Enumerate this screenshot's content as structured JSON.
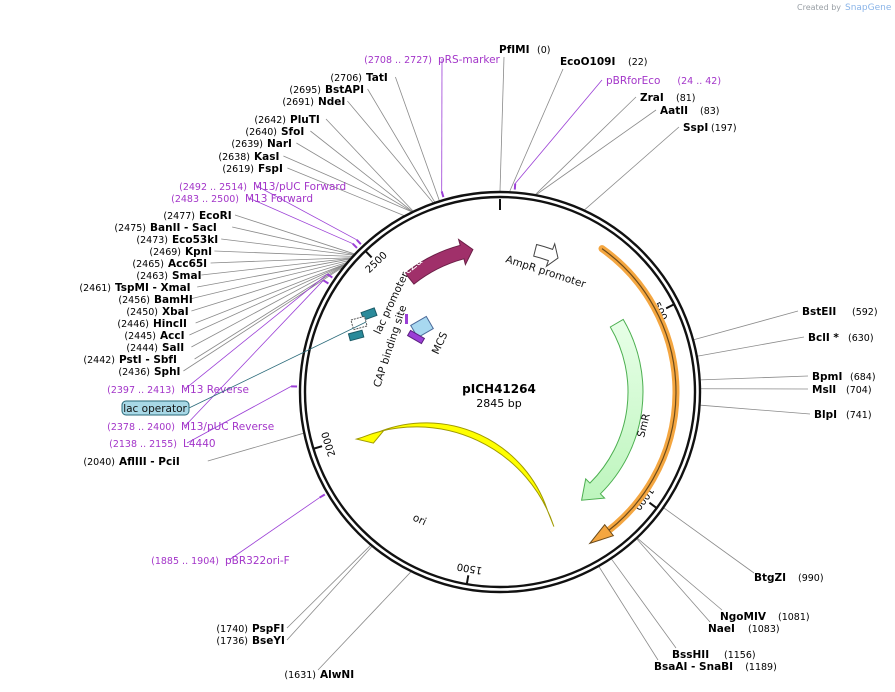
{
  "credit": {
    "created_by": "Created by",
    "brand": "SnapGene"
  },
  "plasmid": {
    "name": "pICH41264",
    "length": "2845 bp",
    "total_bp": 2845
  },
  "ticks": [
    "500",
    "1000",
    "1500",
    "2000",
    "2500"
  ],
  "enzymes": [
    {
      "name": "PfIMI",
      "pos": "(0)",
      "bp": 0
    },
    {
      "name": "EcoO109I",
      "pos": "(22)",
      "bp": 22
    },
    {
      "name": "ZraI",
      "pos": "(81)",
      "bp": 81
    },
    {
      "name": "AatII",
      "pos": "(83)",
      "bp": 83
    },
    {
      "name": "SspI",
      "pos": "(197)",
      "bp": 197
    },
    {
      "name": "BstEII",
      "pos": "(592)",
      "bp": 592
    },
    {
      "name": "BclI *",
      "pos": "(630)",
      "bp": 630
    },
    {
      "name": "BpmI",
      "pos": "(684)",
      "bp": 684
    },
    {
      "name": "MslI",
      "pos": "(704)",
      "bp": 704
    },
    {
      "name": "BlpI",
      "pos": "(741)",
      "bp": 741
    },
    {
      "name": "BtgZI",
      "pos": "(990)",
      "bp": 990
    },
    {
      "name": "NgoMIV",
      "pos": "(1081)",
      "bp": 1081
    },
    {
      "name": "NaeI",
      "pos": "(1083)",
      "bp": 1083
    },
    {
      "name": "BssHII",
      "pos": "(1156)",
      "bp": 1156
    },
    {
      "name": "BsaAI - SnaBI",
      "pos": "(1189)",
      "bp": 1189
    },
    {
      "name": "AlwNI",
      "pos": "(1631)",
      "bp": 1631
    },
    {
      "name": "BseYI",
      "pos": "(1736)",
      "bp": 1736
    },
    {
      "name": "PspFI",
      "pos": "(1740)",
      "bp": 1740
    },
    {
      "name": "AflIII - PciI",
      "pos": "(2040)",
      "bp": 2040
    },
    {
      "name": "SphI",
      "pos": "(2436)",
      "bp": 2436
    },
    {
      "name": "PstI - SbfI",
      "pos": "(2442)",
      "bp": 2442
    },
    {
      "name": "SalI",
      "pos": "(2444)",
      "bp": 2444
    },
    {
      "name": "AccI",
      "pos": "(2445)",
      "bp": 2445
    },
    {
      "name": "HincII",
      "pos": "(2446)",
      "bp": 2446
    },
    {
      "name": "XbaI",
      "pos": "(2450)",
      "bp": 2450
    },
    {
      "name": "BamHI",
      "pos": "(2456)",
      "bp": 2456
    },
    {
      "name": "TspMI - XmaI",
      "pos": "(2461)",
      "bp": 2461
    },
    {
      "name": "SmaI",
      "pos": "(2463)",
      "bp": 2463
    },
    {
      "name": "Acc65I",
      "pos": "(2465)",
      "bp": 2465
    },
    {
      "name": "KpnI",
      "pos": "(2469)",
      "bp": 2469
    },
    {
      "name": "Eco53kI",
      "pos": "(2473)",
      "bp": 2473
    },
    {
      "name": "BanII - SacI",
      "pos": "(2475)",
      "bp": 2475
    },
    {
      "name": "EcoRI",
      "pos": "(2477)",
      "bp": 2477
    },
    {
      "name": "FspI",
      "pos": "(2619)",
      "bp": 2619
    },
    {
      "name": "KasI",
      "pos": "(2638)",
      "bp": 2638
    },
    {
      "name": "NarI",
      "pos": "(2639)",
      "bp": 2639
    },
    {
      "name": "SfoI",
      "pos": "(2640)",
      "bp": 2640
    },
    {
      "name": "PluTI",
      "pos": "(2642)",
      "bp": 2642
    },
    {
      "name": "NdeI",
      "pos": "(2691)",
      "bp": 2691
    },
    {
      "name": "BstAPI",
      "pos": "(2695)",
      "bp": 2695
    },
    {
      "name": "TatI",
      "pos": "(2706)",
      "bp": 2706
    }
  ],
  "primers": [
    {
      "name": "pRS-marker",
      "range": "(2708 .. 2727)",
      "bp": 2717
    },
    {
      "name": "pBRforEco",
      "range": "(24 .. 42)",
      "bp": 33
    },
    {
      "name": "M13/pUC Forward",
      "range": "(2492 .. 2514)",
      "bp": 2503
    },
    {
      "name": "M13 Forward",
      "range": "(2483 .. 2500)",
      "bp": 2491
    },
    {
      "name": "M13 Reverse",
      "range": "(2397 .. 2413)",
      "bp": 2405
    },
    {
      "name": "M13/pUC Reverse",
      "range": "(2378 .. 2400)",
      "bp": 2389
    },
    {
      "name": "L4440",
      "range": "(2138 .. 2155)",
      "bp": 2146
    },
    {
      "name": "pBR322ori-F",
      "range": "(1885 .. 1904)",
      "bp": 1894
    }
  ],
  "lac_operator": "lac operator",
  "features": {
    "lacZa": "lacZα",
    "lac_promoter": "lac promoter",
    "cap_site": "CAP binding site",
    "mcs": "MCS",
    "ampr_promoter": "AmpR promoter",
    "smr": "SmR",
    "ori": "ori"
  },
  "colors": {
    "lacZa": "#a0306a",
    "smr": "#ccffcc",
    "ori": "#ffff00",
    "primer": "#a335c9",
    "orange_outline": "#f4a640",
    "operator_fill": "#a8d8e6",
    "promoter_fill": "#2a8a9a"
  }
}
